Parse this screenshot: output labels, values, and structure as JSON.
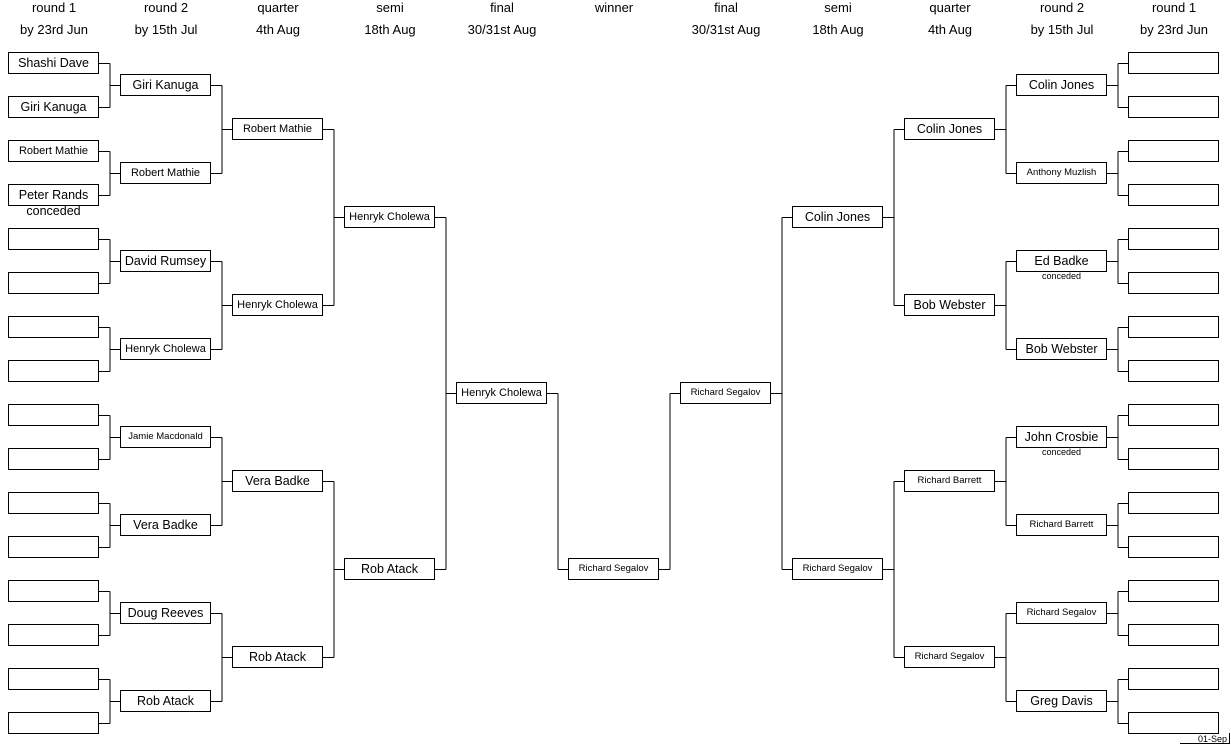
{
  "headers": {
    "left": [
      {
        "line1": "round 1",
        "line2": "by 23rd Jun"
      },
      {
        "line1": "round 2",
        "line2": "by 15th Jul"
      },
      {
        "line1": "quarter",
        "line2": "4th Aug"
      },
      {
        "line1": "semi",
        "line2": "18th Aug"
      },
      {
        "line1": "final",
        "line2": "30/31st Aug"
      }
    ],
    "center": {
      "line1": "winner",
      "line2": ""
    },
    "right": [
      {
        "line1": "final",
        "line2": "30/31st Aug"
      },
      {
        "line1": "semi",
        "line2": "18th Aug"
      },
      {
        "line1": "quarter",
        "line2": "4th Aug"
      },
      {
        "line1": "round 2",
        "line2": "by 15th Jul"
      },
      {
        "line1": "round 1",
        "line2": "by 23rd Jun"
      }
    ]
  },
  "left": {
    "round1": [
      "Shashi Dave",
      "Giri Kanuga",
      "Robert Mathie",
      "Peter Rands",
      "",
      "",
      "",
      "",
      "",
      "",
      "",
      "",
      "",
      "",
      "",
      ""
    ],
    "round1_notes": [
      {
        "slot": 3,
        "text": "conceded"
      }
    ],
    "round2": [
      "Giri Kanuga",
      "Robert Mathie",
      "David Rumsey",
      "Henryk Cholewa",
      "Jamie Macdonald",
      "Vera Badke",
      "Doug Reeves",
      "Rob Atack"
    ],
    "quarter": [
      "Robert Mathie",
      "Henryk Cholewa",
      "Vera Badke",
      "Rob Atack"
    ],
    "semi": [
      "Henryk Cholewa",
      "Rob Atack"
    ],
    "final": "Henryk Cholewa"
  },
  "winner": "Richard Segalov",
  "right": {
    "final": "Richard Segalov",
    "semi": [
      "Colin Jones",
      "Richard Segalov"
    ],
    "quarter": [
      "Colin Jones",
      "Bob Webster",
      "Richard Barrett",
      "Richard Segalov"
    ],
    "round2": [
      "Colin Jones",
      "Anthony Muzlish",
      "Ed Badke",
      "Bob Webster",
      "John Crosbie",
      "Richard Barrett",
      "Richard Segalov",
      "Greg Davis"
    ],
    "round2_notes": [
      {
        "slot": 2,
        "text": "conceded"
      },
      {
        "slot": 4,
        "text": "conceded"
      }
    ],
    "round1": [
      "",
      "",
      "",
      "",
      "",
      "",
      "",
      "",
      "",
      "",
      "",
      "",
      "",
      "",
      "",
      ""
    ]
  },
  "footer": "01-Sep"
}
